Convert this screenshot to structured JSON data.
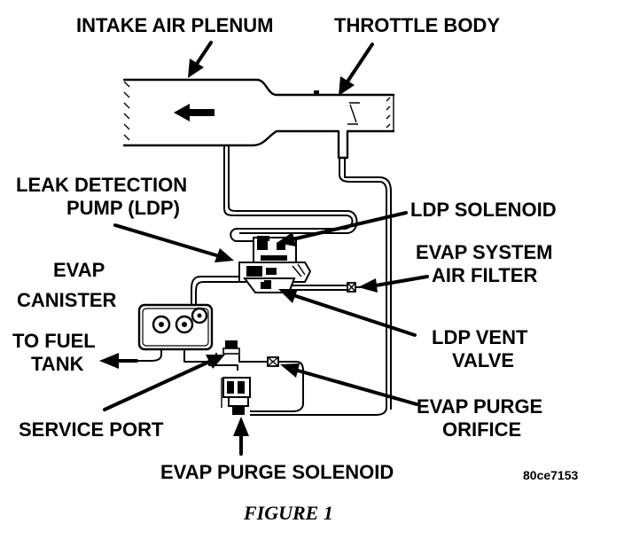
{
  "labels": {
    "intake_air_plenum": "INTAKE AIR PLENUM",
    "throttle_body": "THROTTLE BODY",
    "leak_detection_line1": "LEAK DETECTION",
    "leak_detection_line2": "PUMP (LDP)",
    "ldp_solenoid": "LDP SOLENOID",
    "evap_canister_line1": "EVAP",
    "evap_canister_line2": "CANISTER",
    "evap_air_filter_line1": "EVAP SYSTEM",
    "evap_air_filter_line2": "AIR FILTER",
    "to_fuel_tank_line1": "TO FUEL",
    "to_fuel_tank_line2": "TANK",
    "ldp_vent_valve_line1": "LDP VENT",
    "ldp_vent_valve_line2": "VALVE",
    "service_port": "SERVICE PORT",
    "evap_purge_orifice_line1": "EVAP PURGE",
    "evap_purge_orifice_line2": "ORIFICE",
    "evap_purge_solenoid": "EVAP PURGE SOLENOID"
  },
  "figure_code": "80ce7153",
  "caption": "FIGURE 1"
}
